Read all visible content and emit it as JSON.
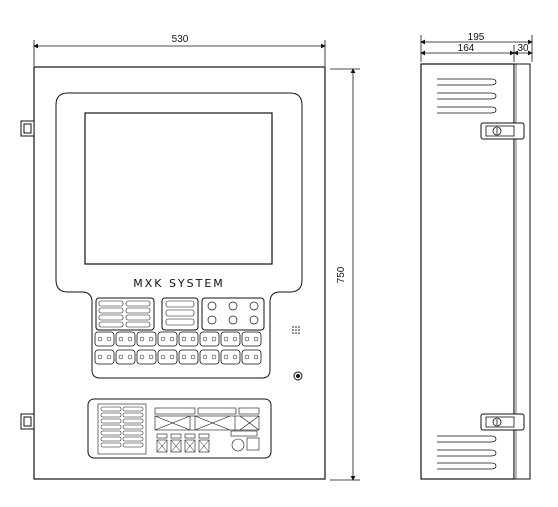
{
  "dimensions": {
    "front_width": "530",
    "front_height": "750",
    "side_total_depth": "195",
    "side_body_depth": "164",
    "side_door_depth": "30"
  },
  "panel": {
    "brand_label": "MXK SYSTEM"
  },
  "icons": {
    "hinge": "hinge-icon",
    "latch": "latch-icon",
    "key_lock": "key-lock-icon",
    "speaker": "speaker-grille-icon",
    "louver": "vent-louver-icon"
  }
}
